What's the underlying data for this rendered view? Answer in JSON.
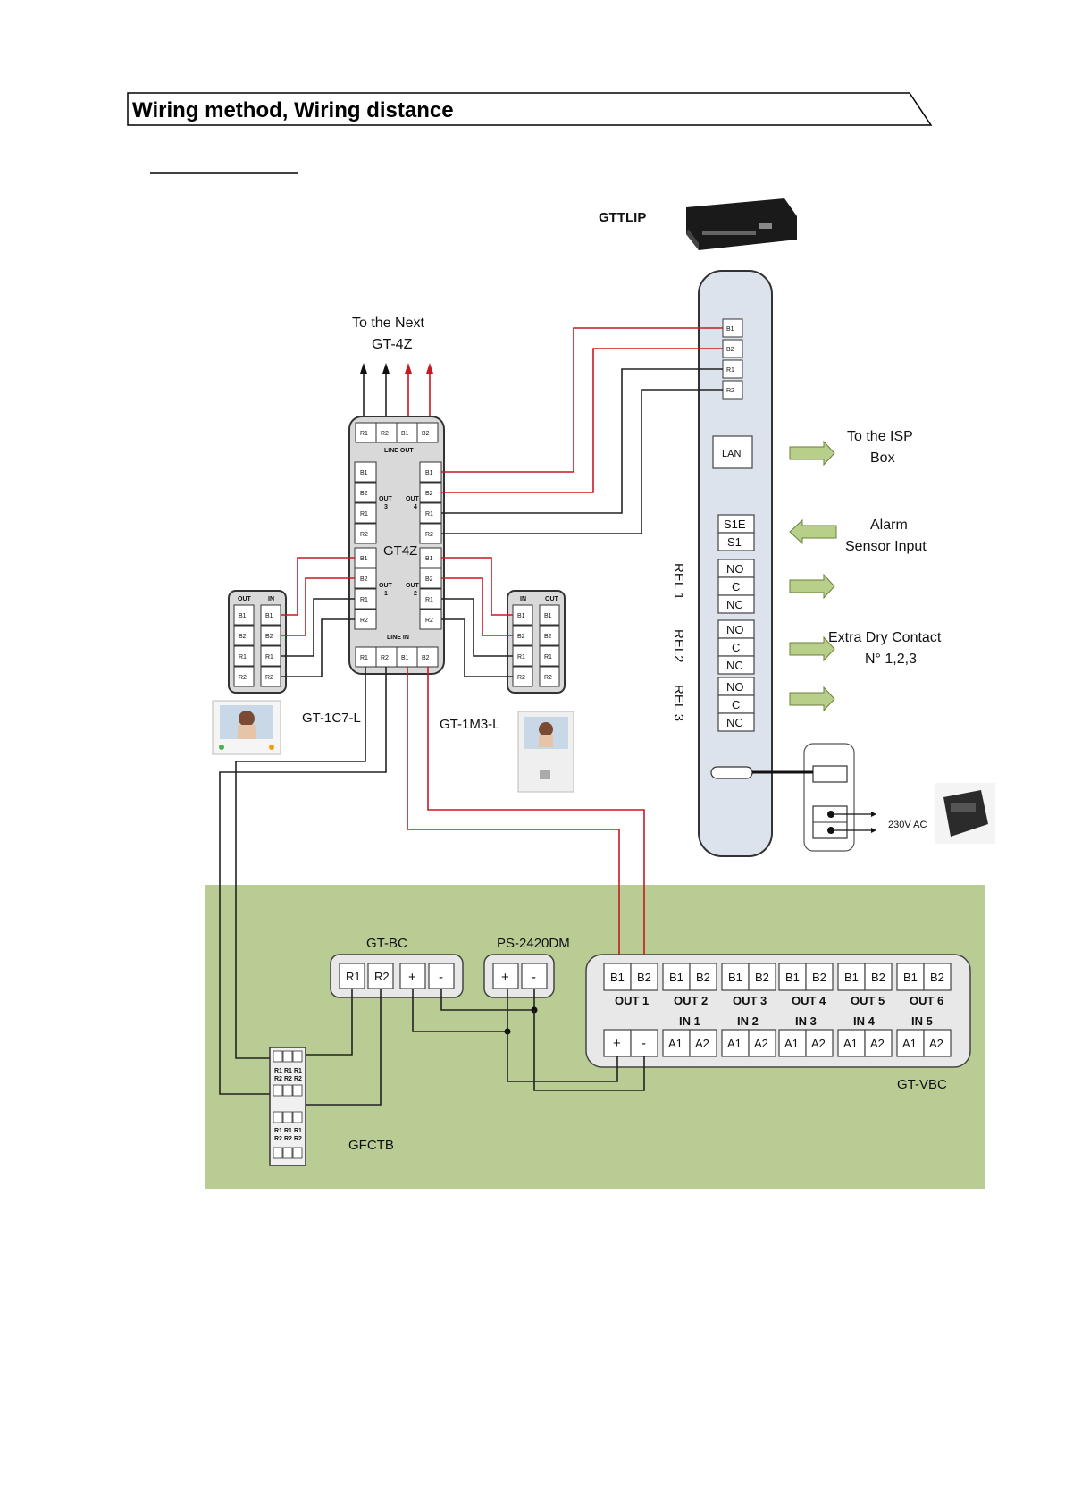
{
  "header": {
    "title": "Wiring method, Wiring distance"
  },
  "labels": {
    "gttlip": "GTTLIP",
    "to_next_line1": "To the Next",
    "to_next_line2": "GT-4Z",
    "gt4z": "GT4Z",
    "line_out": "LINE OUT",
    "line_in": "LINE IN",
    "out1": "OUT\n1",
    "out2": "OUT\n2",
    "out3": "OUT\n3",
    "out4": "OUT\n4",
    "isp_line1": "To the ISP",
    "isp_line2": "Box",
    "lan": "LAN",
    "alarm_line1": "Alarm",
    "alarm_line2": "Sensor Input",
    "s1e": "S1E",
    "s1": "S1",
    "no": "NO",
    "c": "C",
    "nc": "NC",
    "rel1": "REL 1",
    "rel2": "REL2",
    "rel3": "REL 3",
    "extra_line1": "Extra Dry Contact",
    "extra_line2": "N° 1,2,3",
    "ac": "230V AC",
    "gt1c7l": "GT-1C7-L",
    "gt1m3l": "GT-1M3-L",
    "gtbc": "GT-BC",
    "ps": "PS-2420DM",
    "gtvbc": "GT-VBC",
    "gfctb": "GFCTB",
    "small_out": "OUT",
    "small_in": "IN"
  },
  "terminals": {
    "b1": "B1",
    "b2": "B2",
    "r1": "R1",
    "r2": "R2",
    "plus": "+",
    "minus": "-",
    "a1": "A1",
    "a2": "A2"
  },
  "vbc": {
    "outs": [
      "OUT 1",
      "OUT 2",
      "OUT 3",
      "OUT 4",
      "OUT 5",
      "OUT 6"
    ],
    "ins": [
      "IN 1",
      "IN 2",
      "IN 3",
      "IN 4",
      "IN 5"
    ]
  },
  "colors": {
    "wire_red": "#c8191f",
    "wire_black": "#222222",
    "green_zone": "#b8cc94",
    "device_fill": "#dde3ed"
  },
  "icons": [
    "gttlip-device-icon",
    "monitor-gt1c7l-icon",
    "monitor-gt1m3l-icon",
    "power-adapter-icon",
    "arrow-right-icon",
    "arrow-left-icon"
  ]
}
